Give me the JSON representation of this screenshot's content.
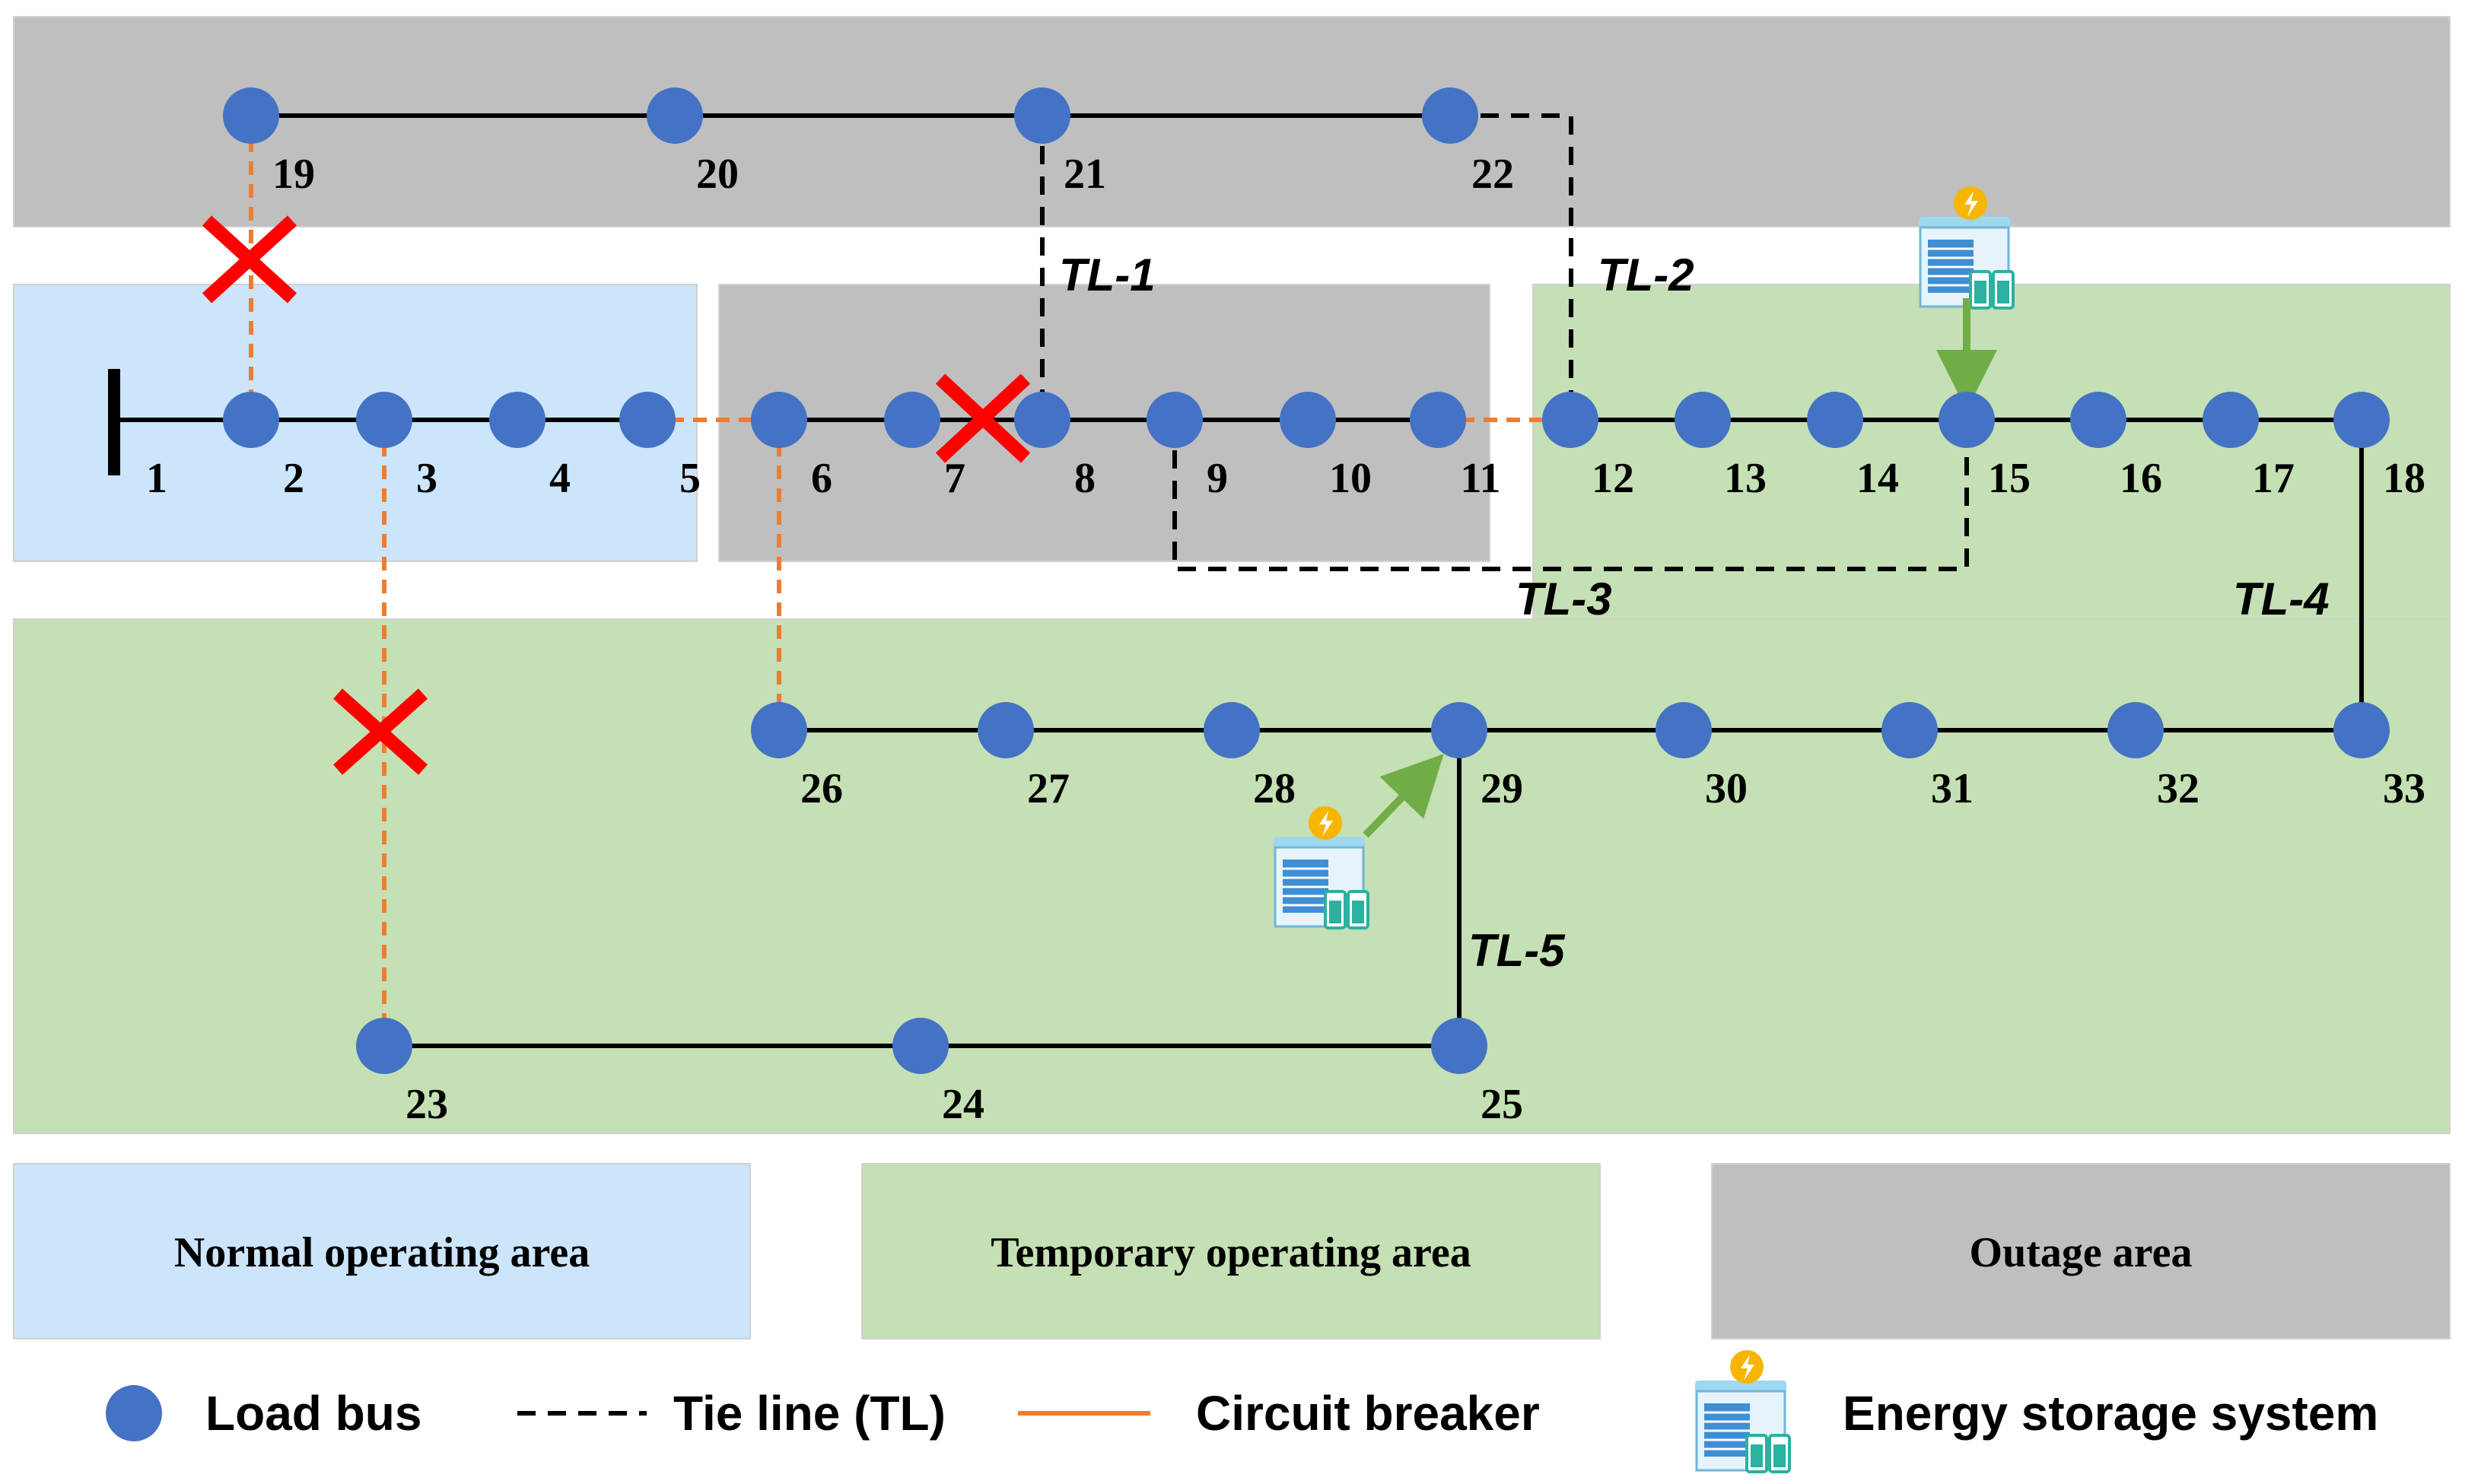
{
  "areas": {
    "normal_label": "Normal operating area",
    "temporary_label": "Temporary operating area",
    "outage_label": "Outage area"
  },
  "colors": {
    "normal_area": "#cce5fb",
    "temporary_area": "#c5e0b4",
    "outage_area": "#bfbfbf",
    "bus": "#4472c4",
    "circuit_breaker": "#ed7d31",
    "fault_cross": "#ff0000",
    "esd_arrow": "#70ad47"
  },
  "buses": [
    "1",
    "2",
    "3",
    "4",
    "5",
    "6",
    "7",
    "8",
    "9",
    "10",
    "11",
    "12",
    "13",
    "14",
    "15",
    "16",
    "17",
    "18",
    "19",
    "20",
    "21",
    "22",
    "23",
    "24",
    "25",
    "26",
    "27",
    "28",
    "29",
    "30",
    "31",
    "32",
    "33"
  ],
  "tie_lines": [
    "TL-1",
    "TL-2",
    "TL-3",
    "TL-4",
    "TL-5"
  ],
  "legend": {
    "load_bus": "Load bus",
    "tie_line": "Tie line (TL)",
    "circuit_breaker": "Circuit breaker",
    "energy_storage": "Energy storage system"
  },
  "icons": {
    "load_bus": "blue-circle-icon",
    "energy_storage": "energy-storage-icon",
    "fault": "red-cross-icon"
  }
}
